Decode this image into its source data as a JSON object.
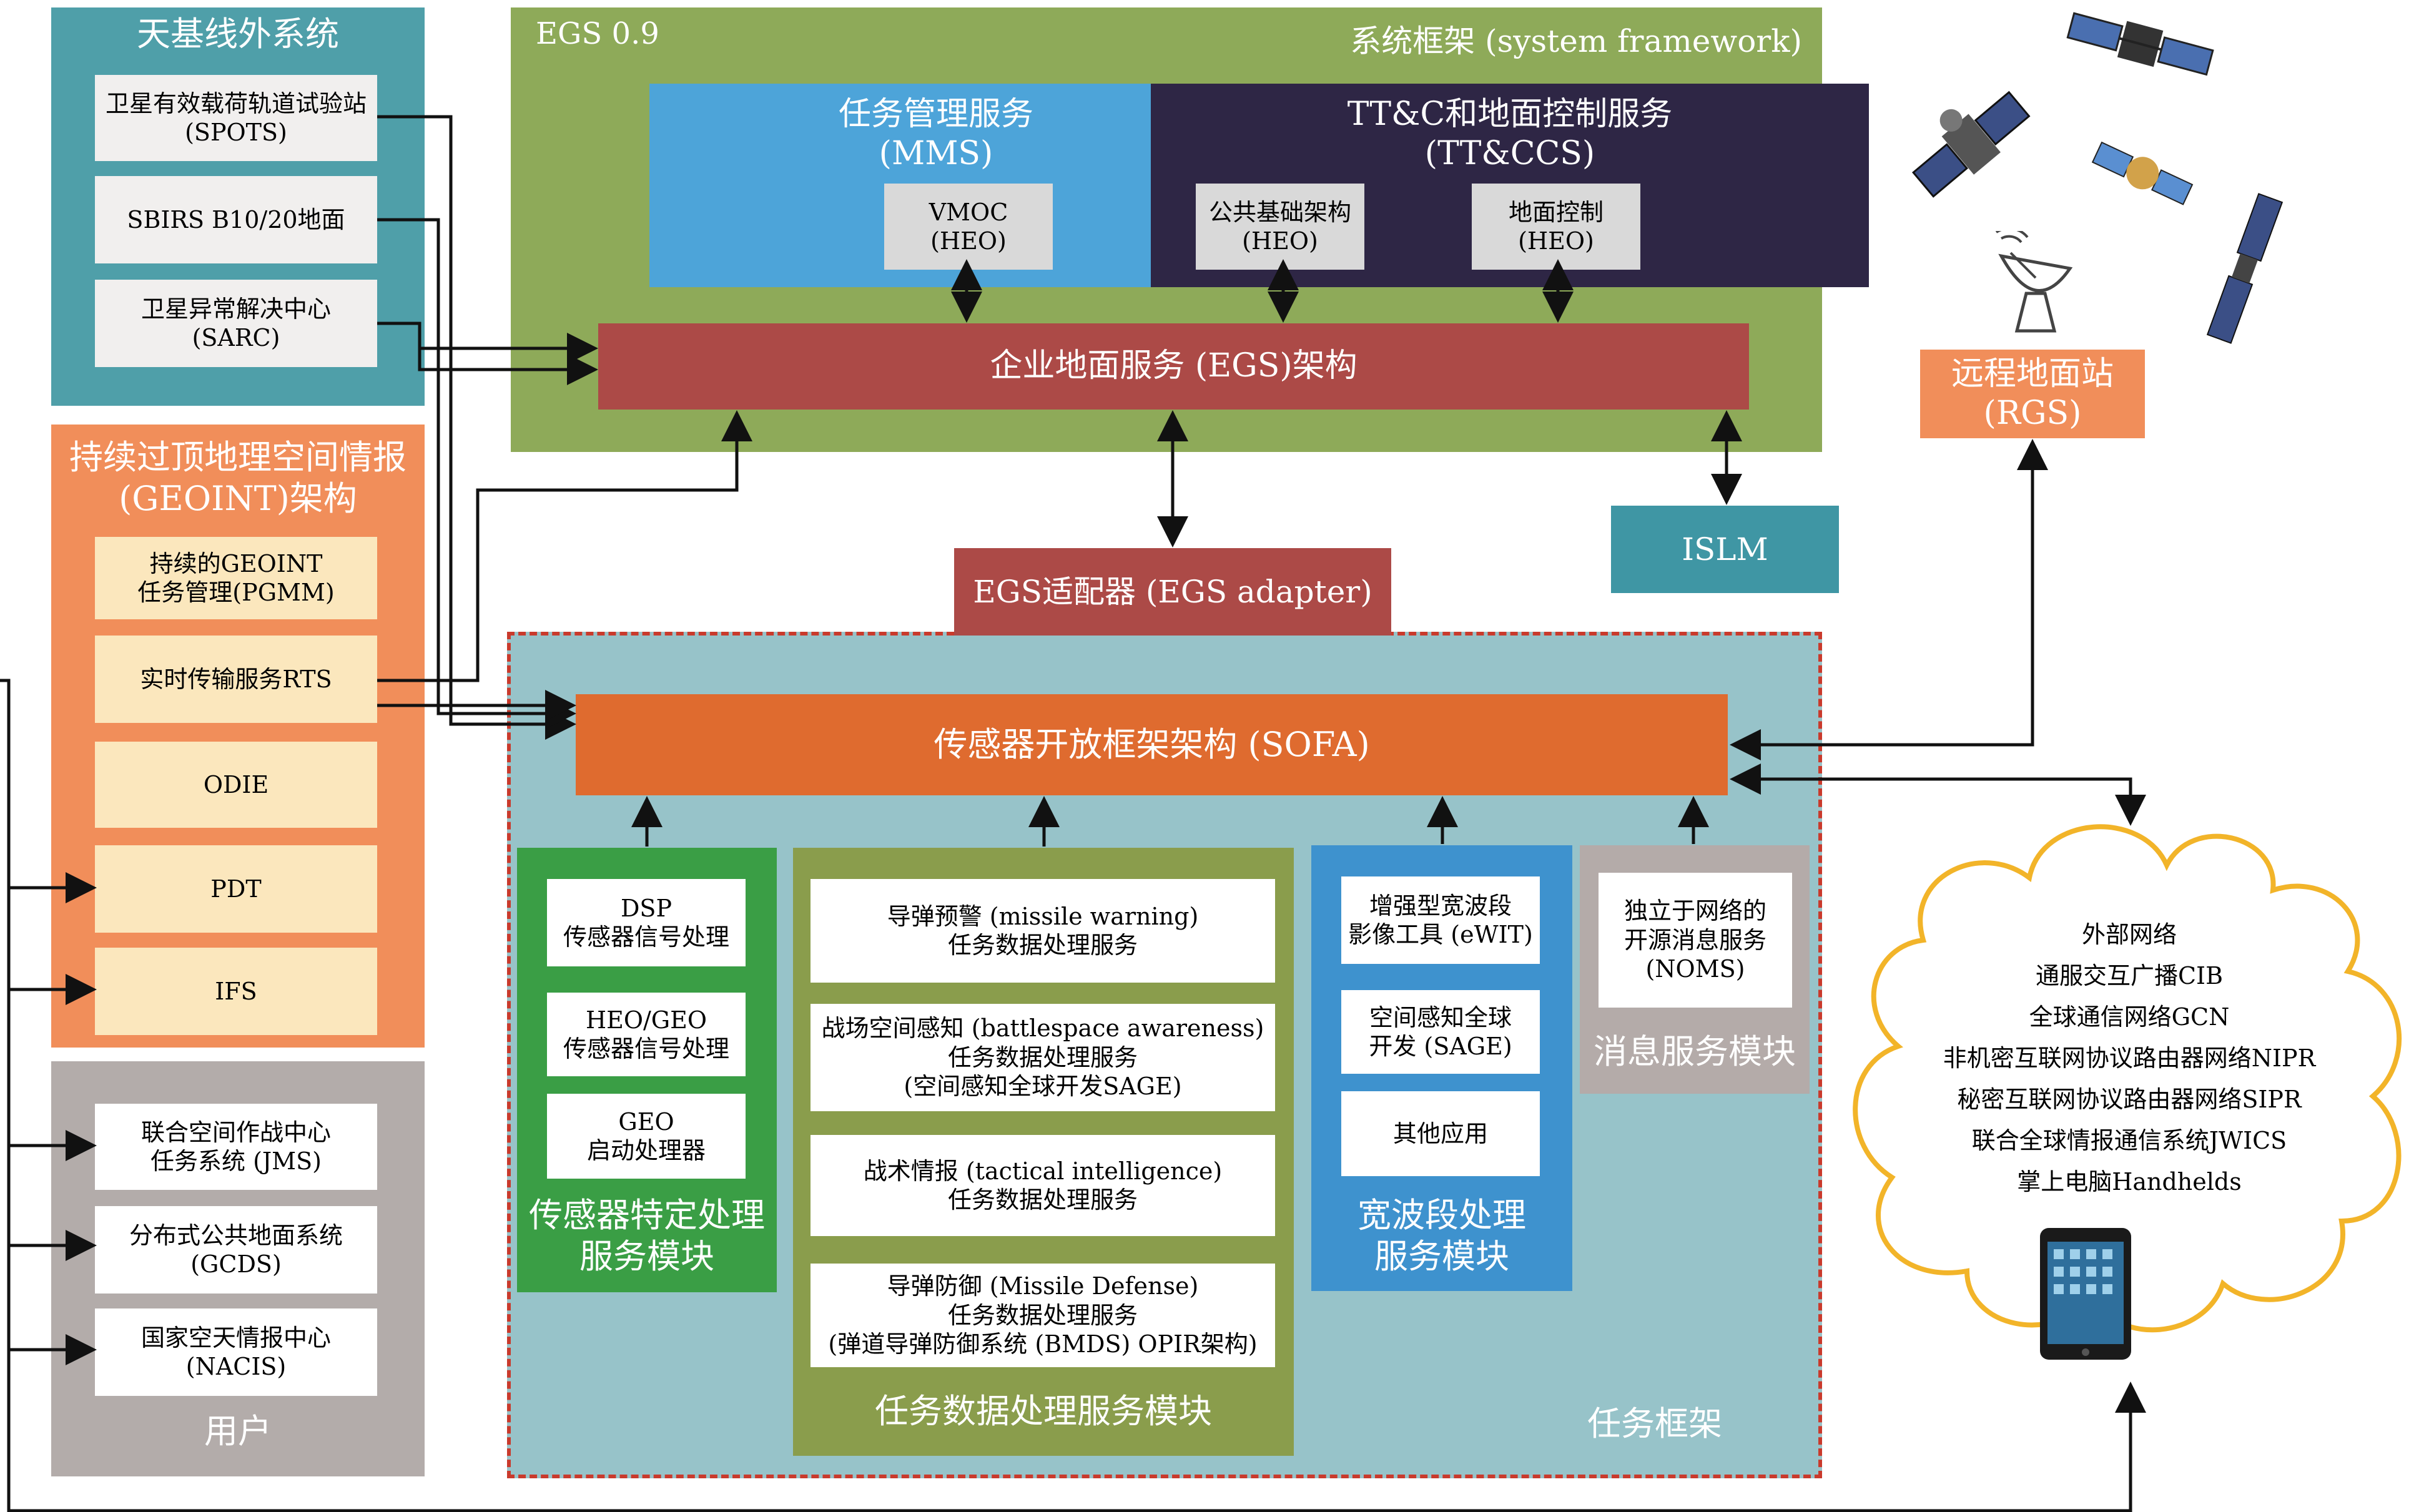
{
  "space_external": {
    "title": "天基线外系统",
    "items": [
      "卫星有效载荷轨道试验站\n(SPOTS)",
      "SBIRS B10/20地面",
      "卫星异常解决中心\n(SARC)"
    ]
  },
  "geoint": {
    "title": "持续过顶地理空间情报\n(GEOINT)架构",
    "items": [
      "持续的GEOINT\n任务管理(PGMM)",
      "实时传输服务RTS",
      "ODIE",
      "PDT",
      "IFS"
    ]
  },
  "users": {
    "title": "用户",
    "items": [
      "联合空间作战中心\n任务系统 (JMS)",
      "分布式公共地面系统\n(GCDS)",
      "国家空天情报中心\n(NACIS)"
    ]
  },
  "egs": {
    "version": "EGS 0.9",
    "framework_label": "系统框架 (system framework)",
    "mms": {
      "title": "任务管理服务\n(MMS)",
      "vmoc": "VMOC\n(HEO)"
    },
    "ttc": {
      "title": "TT&C和地面控制服务\n(TT&CCS)",
      "infra": "公共基础架构\n(HEO)",
      "ground": "地面控制\n(HEO)"
    },
    "bar": "企业地面服务 (EGS)架构"
  },
  "rgs": "远程地面站\n(RGS)",
  "islm": "ISLM",
  "adapter": "EGS适配器 (EGS adapter)",
  "sofa": "传感器开放框架架构 (SOFA)",
  "mission_framework": "任务框架",
  "sensor_module": {
    "title": "传感器特定处理\n服务模块",
    "items": [
      "DSP\n传感器信号处理",
      "HEO/GEO\n传感器信号处理",
      "GEO\n启动处理器"
    ]
  },
  "mission_module": {
    "title": "任务数据处理服务模块",
    "items": [
      "导弹预警 (missile warning)\n任务数据处理服务",
      "战场空间感知 (battlespace awareness)\n任务数据处理服务\n(空间感知全球开发SAGE)",
      "战术情报 (tactical intelligence)\n任务数据处理服务",
      "导弹防御 (Missile Defense)\n任务数据处理服务\n(弹道导弹防御系统 (BMDS) OPIR架构)"
    ]
  },
  "wideband_module": {
    "title": "宽波段处理\n服务模块",
    "items": [
      "增强型宽波段\n影像工具 (eWIT)",
      "空间感知全球\n开发 (SAGE)",
      "其他应用"
    ]
  },
  "message_module": {
    "title": "消息服务模块",
    "item": "独立于网络的\n开源消息服务\n(NOMS)"
  },
  "cloud": {
    "items": [
      "外部网络",
      "通服交互广播CIB",
      "全球通信网络GCN",
      "非机密互联网协议路由器网络NIPR",
      "秘密互联网协议路由器网络SIPR",
      "联合全球情报通信系统JWICS",
      "掌上电脑Handhelds"
    ]
  },
  "colors": {
    "teal": "#4f9fa9",
    "light_box": "#f1efee",
    "orange": "#f18e5a",
    "cream": "#fbe7bd",
    "gray_panel": "#b3acaa",
    "green_frame": "#8eaa59",
    "blue": "#4da4d9",
    "navy": "#2e2645",
    "red_bar": "#ac4a47",
    "islm": "#3f96a4",
    "sofa": "#df6b2f",
    "mission_bg": "#97c3c9",
    "dash_red": "#c93a2c",
    "green_module": "#3a9e45",
    "olive_module": "#8a9d4c",
    "wide_blue": "#3e92ce",
    "msg_gray": "#b4aba9",
    "cloud_stroke": "#f2b429"
  }
}
